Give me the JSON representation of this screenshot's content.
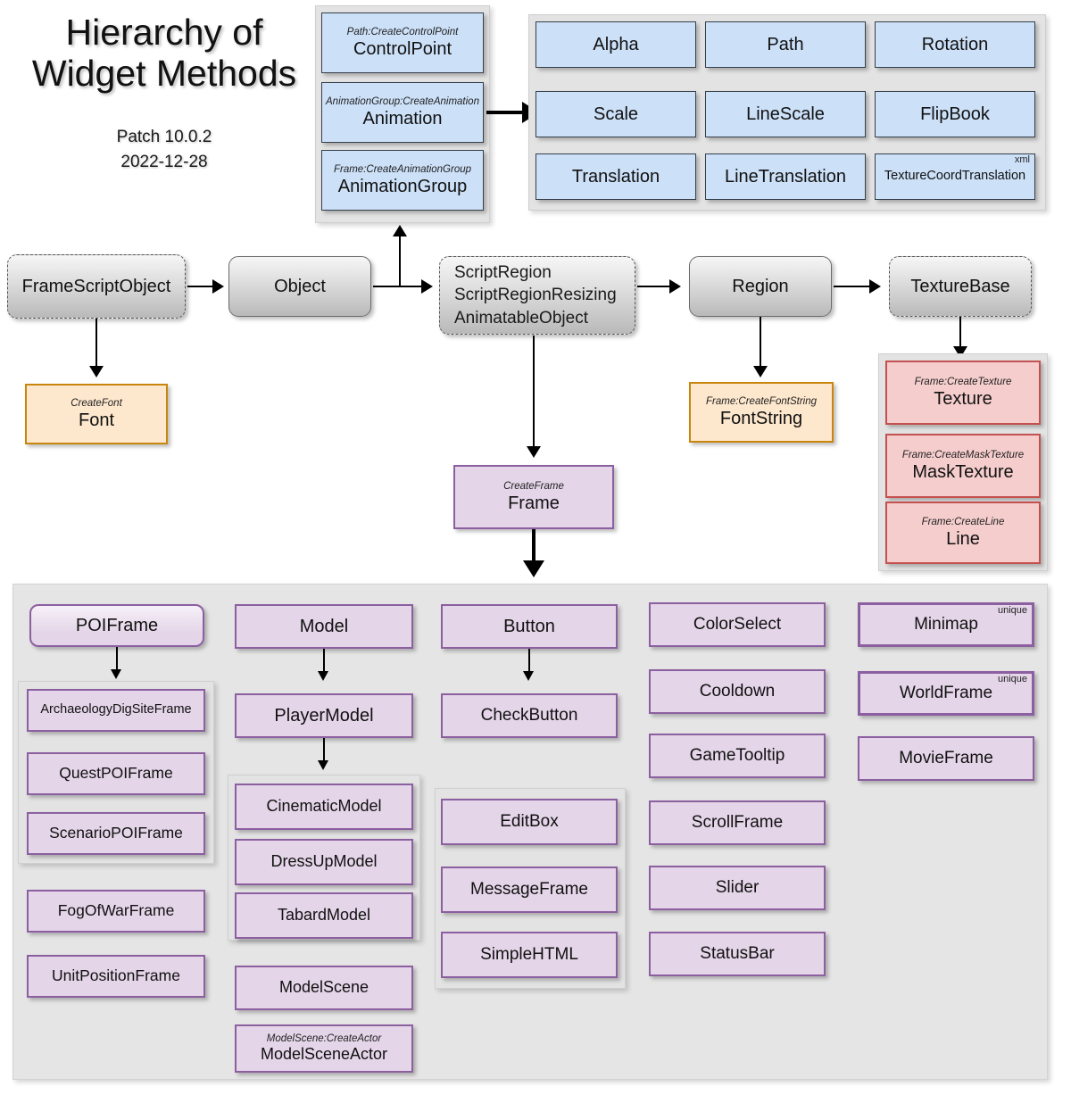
{
  "title": "Hierarchy of\nWidget Methods",
  "subtitle": "Patch 10.0.2\n2022-12-28",
  "colors": {
    "blue_fill": "#cce0f8",
    "purple_fill": "#e4d5e8",
    "purple_border": "#8c5fa0",
    "orange_fill": "#fde7cd",
    "orange_border": "#c8860d",
    "red_fill": "#f6cdcd",
    "red_border": "#c3514f",
    "group_bg": "#e3e3e3",
    "panel_bg": "#e5e5e5"
  },
  "animation_stack": [
    {
      "caption": "Path:CreateControlPoint",
      "label": "ControlPoint"
    },
    {
      "caption": "AnimationGroup:CreateAnimation",
      "label": "Animation"
    },
    {
      "caption": "Frame:CreateAnimationGroup",
      "label": "AnimationGroup"
    }
  ],
  "animation_types": [
    {
      "label": "Alpha",
      "badge": ""
    },
    {
      "label": "Path",
      "badge": ""
    },
    {
      "label": "Rotation",
      "badge": ""
    },
    {
      "label": "Scale",
      "badge": ""
    },
    {
      "label": "LineScale",
      "badge": ""
    },
    {
      "label": "FlipBook",
      "badge": ""
    },
    {
      "label": "Translation",
      "badge": ""
    },
    {
      "label": "LineTranslation",
      "badge": ""
    },
    {
      "label": "TextureCoordTranslation",
      "badge": "xml"
    }
  ],
  "chain": {
    "frame_script_object": "FrameScriptObject",
    "object": "Object",
    "script_region": "ScriptRegion\nScriptRegionResizing\nAnimatableObject",
    "region": "Region",
    "texture_base": "TextureBase"
  },
  "font_node": {
    "caption": "CreateFont",
    "label": "Font"
  },
  "fontstring_node": {
    "caption": "Frame:CreateFontString",
    "label": "FontString"
  },
  "frame_node": {
    "caption": "CreateFrame",
    "label": "Frame"
  },
  "texture_stack": [
    {
      "caption": "Frame:CreateTexture",
      "label": "Texture"
    },
    {
      "caption": "Frame:CreateMaskTexture",
      "label": "MaskTexture"
    },
    {
      "caption": "Frame:CreateLine",
      "label": "Line"
    }
  ],
  "frames": {
    "col1": {
      "root": "POIFrame",
      "sub": [
        "ArchaeologyDigSiteFrame",
        "QuestPOIFrame",
        "ScenarioPOIFrame"
      ],
      "extra": [
        "FogOfWarFrame",
        "UnitPositionFrame"
      ]
    },
    "col2": {
      "root": "Model",
      "child": "PlayerModel",
      "sub": [
        "CinematicModel",
        "DressUpModel",
        "TabardModel"
      ],
      "extra": [
        "ModelScene"
      ],
      "actor": {
        "caption": "ModelScene:CreateActor",
        "label": "ModelSceneActor"
      }
    },
    "col3": {
      "root": "Button",
      "child": "CheckButton",
      "sub": [
        "EditBox",
        "MessageFrame",
        "SimpleHTML"
      ]
    },
    "col4": [
      "ColorSelect",
      "Cooldown",
      "GameTooltip",
      "ScrollFrame",
      "Slider",
      "StatusBar"
    ],
    "col5": [
      {
        "label": "Minimap",
        "badge": "unique",
        "unique": true
      },
      {
        "label": "WorldFrame",
        "badge": "unique",
        "unique": true
      },
      {
        "label": "MovieFrame",
        "badge": "",
        "unique": false
      }
    ]
  }
}
